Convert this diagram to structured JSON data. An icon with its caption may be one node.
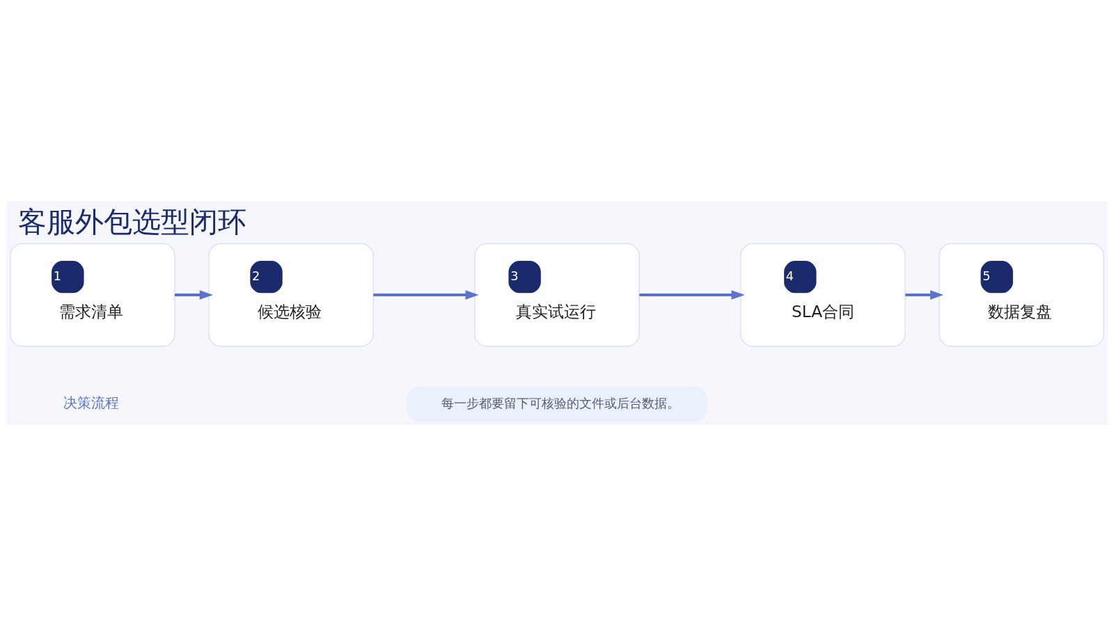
{
  "diagram": {
    "title": "客服外包选型闭环",
    "nodes": [
      {
        "text": [
          "1",
          "需求清单"
        ]
      },
      {
        "text": [
          "2",
          "候选核验"
        ]
      },
      {
        "text": [
          "3",
          "真实试运行"
        ]
      },
      {
        "text": [
          "4",
          "SLA合同"
        ]
      },
      {
        "text": [
          "5",
          "数据复盘"
        ]
      }
    ],
    "edges": [
      {
        "from": 0,
        "to": 1,
        "arrow": "to"
      },
      {
        "from": 1,
        "to": 2,
        "arrow": "to"
      },
      {
        "from": 2,
        "to": 3,
        "arrow": "to"
      },
      {
        "from": 3,
        "to": 4,
        "arrow": "to"
      }
    ],
    "labels": [
      "决策流程",
      "每一步都要留下可核验的文件或后台数据。"
    ]
  }
}
